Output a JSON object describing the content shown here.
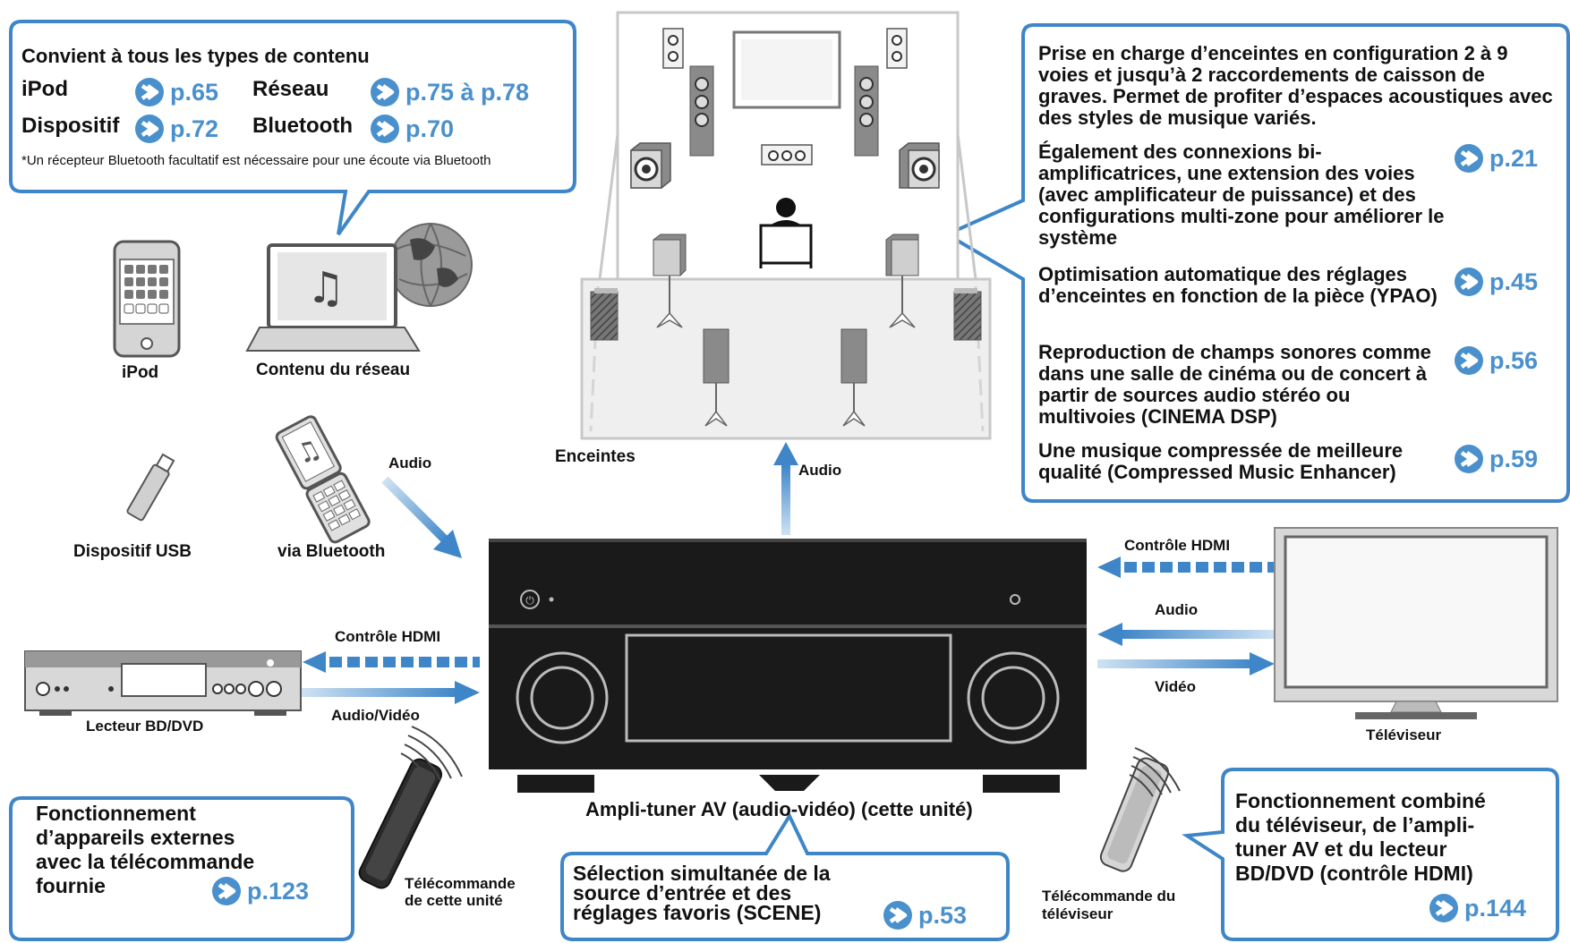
{
  "colors": {
    "accent": "#3e86c8",
    "ref_text": "#4a90cc",
    "device_dark": "#1a1a1a",
    "speaker_gray": "#8a8a8a"
  },
  "icons": [
    "ipod-icon",
    "laptop-icon",
    "globe-icon",
    "usb-icon",
    "phone-icon",
    "speaker-icon",
    "listener-icon",
    "receiver-icon",
    "bd-player-icon",
    "tv-icon",
    "remote-icon",
    "page-arrow-icon"
  ],
  "content_box": {
    "title": "Convient à tous les types de contenu",
    "items": [
      {
        "label": "iPod",
        "ref": "p.65"
      },
      {
        "label": "Réseau",
        "ref": "p.75 à p.78"
      },
      {
        "label": "Dispositif",
        "ref": "p.72"
      },
      {
        "label": "Bluetooth",
        "ref": "p.70"
      }
    ],
    "note": "*Un récepteur Bluetooth facultatif est nécessaire pour une écoute via Bluetooth"
  },
  "features_box": {
    "intro": "Prise en charge d’enceintes en configuration 2 à 9 voies et jusqu’à 2 raccordements de caisson de graves. Permet de profiter d’espaces acoustiques avec des styles de musique variés.",
    "items": [
      {
        "text": "Également des connexions bi-amplificatrices, une extension des voies (avec amplificateur de puissance) et des configurations multi-zone pour améliorer le système",
        "ref": "p.21"
      },
      {
        "text": "Optimisation automatique des réglages d’enceintes en fonction de la pièce (YPAO)",
        "ref": "p.45"
      },
      {
        "text": "Reproduction de champs sonores comme dans une salle de cinéma ou de concert à partir de sources audio stéréo ou multivoies (CINEMA DSP)",
        "ref": "p.56"
      },
      {
        "text": "Une musique compressée de meilleure qualité (Compressed Music Enhancer)",
        "ref": "p.59"
      }
    ]
  },
  "labels": {
    "ipod": "iPod",
    "network_content": "Contenu du réseau",
    "usb": "Dispositif USB",
    "bluetooth": "via Bluetooth",
    "audio_bt": "Audio",
    "speakers": "Enceintes",
    "audio_up": "Audio",
    "hdmi_control_tv": "Contrôle HDMI",
    "audio_tv": "Audio",
    "video_tv": "Vidéo",
    "tv": "Téléviseur",
    "hdmi_control_bd": "Contrôle HDMI",
    "audio_video_bd": "Audio/Vidéo",
    "bd_player": "Lecteur BD/DVD",
    "receiver": "Ampli-tuner AV (audio-vidéo) (cette unité)",
    "remote_unit_1": "Télécommande",
    "remote_unit_2": "de cette unité",
    "remote_tv_1": "Télécommande du",
    "remote_tv_2": "téléviseur"
  },
  "remote_box": {
    "line1": "Fonctionnement",
    "line2": "d’appareils externes",
    "line3": "avec la télécommande",
    "line4": "fournie",
    "ref": "p.123"
  },
  "scene_box": {
    "line1": "Sélection simultanée de la",
    "line2": "source d’entrée et des",
    "line3": "réglages favoris (SCENE)",
    "ref": "p.53"
  },
  "hdmi_box": {
    "line1": "Fonctionnement combiné",
    "line2": "du téléviseur, de l’ampli-",
    "line3": "tuner AV et du lecteur",
    "line4": "BD/DVD (contrôle HDMI)",
    "ref": "p.144"
  }
}
